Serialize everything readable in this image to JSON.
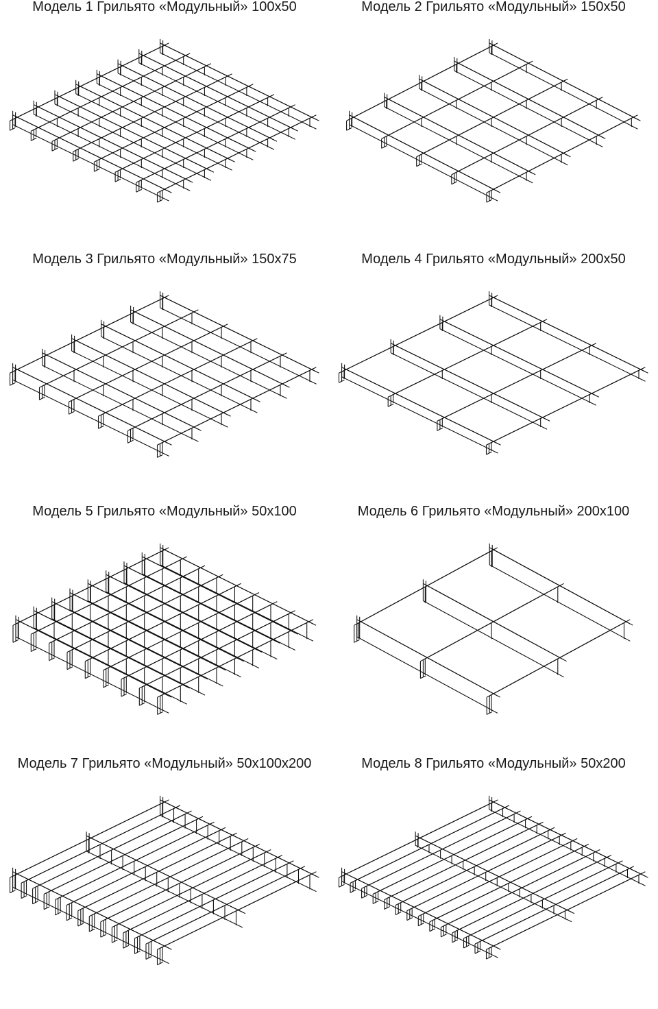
{
  "models": [
    {
      "caption": "Модель 1 Грильято «Модульный» 100x50",
      "cols_a": 8,
      "cols_b": 8,
      "depth": 1.0,
      "span": 1.0
    },
    {
      "caption": "Модель 2 Грильято «Модульный» 150x50",
      "cols_a": 5,
      "cols_b": 5,
      "depth": 1.0,
      "span": 0.95
    },
    {
      "caption": "Модель 3 Грильято «Модульный» 150x75",
      "cols_a": 6,
      "cols_b": 6,
      "depth": 1.3,
      "span": 1.0
    },
    {
      "caption": "Модель 4 Грильято «Модульный» 200x50",
      "cols_a": 4,
      "cols_b": 4,
      "depth": 1.0,
      "span": 1.0
    },
    {
      "caption": "Модель 5 Грильято «Модульный» 50x100",
      "cols_a": 9,
      "cols_b": 9,
      "depth": 1.8,
      "span": 0.98
    },
    {
      "caption": "Модель 6 Грильято «Модульный» 200x100",
      "cols_a": 3,
      "cols_b": 3,
      "depth": 1.8,
      "span": 0.9
    },
    {
      "caption": "Модель 7 Грильято «Модульный» 50x100x200",
      "cols_a": 3,
      "cols_b": 14,
      "depth": 1.6,
      "span": 1.0
    },
    {
      "caption": "Модель 8 Грильято «Модульный» 50x200",
      "cols_a": 3,
      "cols_b": 14,
      "depth": 1.0,
      "span": 1.0
    }
  ]
}
